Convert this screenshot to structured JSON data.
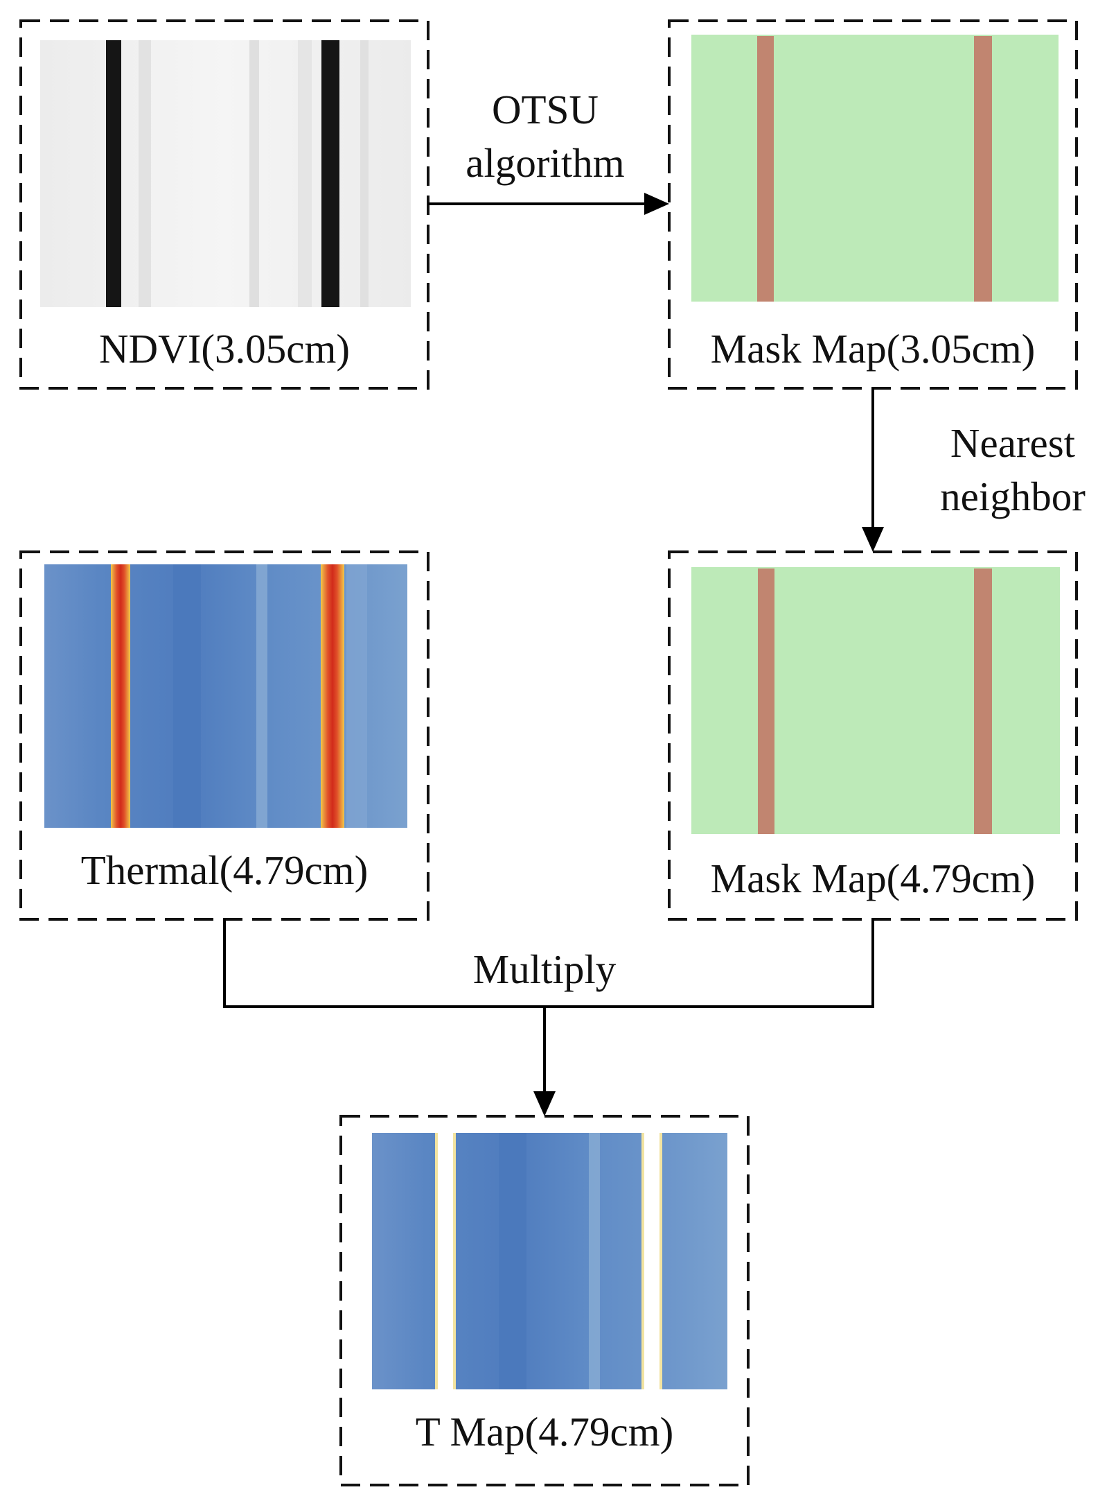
{
  "colors": {
    "ndvi_bg": "#f3f3f3",
    "ndvi_stripe": "#151515",
    "mask_bg": "#bdeab8",
    "mask_stripe": "#c18570",
    "thermal_bg": "#5b86c4",
    "thermal_hot": "#d93a1f",
    "thermal_warm": "#f2c84a",
    "tmap_gap": "#ffffff",
    "border": "#111111",
    "arrow": "#000000"
  },
  "boxes": {
    "ndvi": {
      "label": "NDVI(3.05cm)",
      "icon": "ndvi-grayscale-map"
    },
    "mask_305": {
      "label": "Mask Map(3.05cm)",
      "icon": "binary-mask-map"
    },
    "thermal": {
      "label": "Thermal(4.79cm)",
      "icon": "thermal-map"
    },
    "mask_479": {
      "label": "Mask Map(4.79cm)",
      "icon": "binary-mask-map"
    },
    "tmap": {
      "label": "T Map(4.79cm)",
      "icon": "masked-temperature-map"
    }
  },
  "steps": {
    "otsu": {
      "line1": "OTSU",
      "line2": "algorithm"
    },
    "nearest": {
      "line1": "Nearest",
      "line2": "neighbor"
    },
    "multiply": {
      "label": "Multiply"
    }
  }
}
